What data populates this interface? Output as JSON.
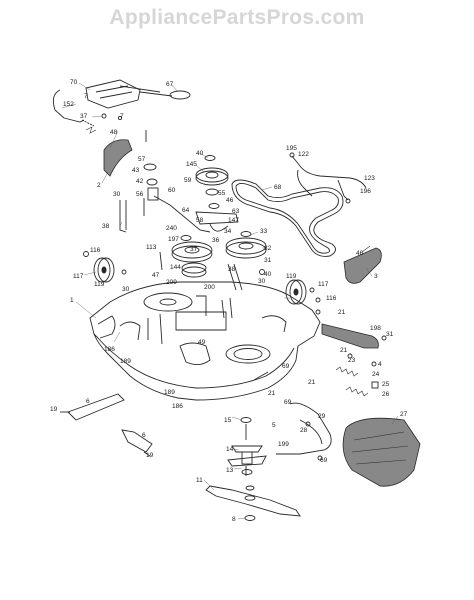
{
  "watermark": "AppliancePartsPros.com",
  "diagram": {
    "callouts": [
      {
        "id": "c70",
        "text": "70"
      },
      {
        "id": "c67",
        "text": "67"
      },
      {
        "id": "c7a",
        "text": "7"
      },
      {
        "id": "c152",
        "text": "152"
      },
      {
        "id": "c37",
        "text": "37"
      },
      {
        "id": "c7b",
        "text": "7"
      },
      {
        "id": "c48",
        "text": "48"
      },
      {
        "id": "c57",
        "text": "57"
      },
      {
        "id": "c43",
        "text": "43"
      },
      {
        "id": "c42",
        "text": "42"
      },
      {
        "id": "c2",
        "text": "2"
      },
      {
        "id": "c30a",
        "text": "30"
      },
      {
        "id": "c56",
        "text": "56"
      },
      {
        "id": "c60",
        "text": "60"
      },
      {
        "id": "c40a",
        "text": "40"
      },
      {
        "id": "c145",
        "text": "145"
      },
      {
        "id": "c59",
        "text": "59"
      },
      {
        "id": "c55",
        "text": "55"
      },
      {
        "id": "c46a",
        "text": "46"
      },
      {
        "id": "c63",
        "text": "63"
      },
      {
        "id": "c147",
        "text": "147"
      },
      {
        "id": "c64",
        "text": "64"
      },
      {
        "id": "c58",
        "text": "58"
      },
      {
        "id": "c34",
        "text": "34"
      },
      {
        "id": "c38a",
        "text": "38"
      },
      {
        "id": "c240",
        "text": "240"
      },
      {
        "id": "c197",
        "text": "197"
      },
      {
        "id": "c36",
        "text": "36"
      },
      {
        "id": "c33",
        "text": "33"
      },
      {
        "id": "c32",
        "text": "32"
      },
      {
        "id": "c195",
        "text": "195"
      },
      {
        "id": "c122",
        "text": "122"
      },
      {
        "id": "c68",
        "text": "68"
      },
      {
        "id": "c123",
        "text": "123"
      },
      {
        "id": "c196",
        "text": "196"
      },
      {
        "id": "c116a",
        "text": "116"
      },
      {
        "id": "c113",
        "text": "113"
      },
      {
        "id": "c37b",
        "text": "37"
      },
      {
        "id": "c144",
        "text": "144"
      },
      {
        "id": "c38b",
        "text": "38"
      },
      {
        "id": "c40b",
        "text": "40"
      },
      {
        "id": "c31a",
        "text": "31"
      },
      {
        "id": "c46b",
        "text": "46"
      },
      {
        "id": "c3",
        "text": "3"
      },
      {
        "id": "c117a",
        "text": "117"
      },
      {
        "id": "c119a",
        "text": "119"
      },
      {
        "id": "c47",
        "text": "47"
      },
      {
        "id": "c209",
        "text": "209"
      },
      {
        "id": "c200",
        "text": "200"
      },
      {
        "id": "c30b",
        "text": "30"
      },
      {
        "id": "c30c",
        "text": "30"
      },
      {
        "id": "c119b",
        "text": "119"
      },
      {
        "id": "c117b",
        "text": "117"
      },
      {
        "id": "c116b",
        "text": "116"
      },
      {
        "id": "c1",
        "text": "1"
      },
      {
        "id": "c21a",
        "text": "21"
      },
      {
        "id": "c198",
        "text": "198"
      },
      {
        "id": "c31b",
        "text": "31"
      },
      {
        "id": "c186a",
        "text": "186"
      },
      {
        "id": "c189a",
        "text": "189"
      },
      {
        "id": "c49",
        "text": "49"
      },
      {
        "id": "c69a",
        "text": "69"
      },
      {
        "id": "c23",
        "text": "23"
      },
      {
        "id": "c4",
        "text": "4"
      },
      {
        "id": "c21b",
        "text": "21"
      },
      {
        "id": "c189b",
        "text": "189"
      },
      {
        "id": "c186b",
        "text": "186"
      },
      {
        "id": "c21c",
        "text": "21"
      },
      {
        "id": "c24",
        "text": "24"
      },
      {
        "id": "c25",
        "text": "25"
      },
      {
        "id": "c26",
        "text": "26"
      },
      {
        "id": "c19a",
        "text": "19"
      },
      {
        "id": "c6a",
        "text": "6"
      },
      {
        "id": "c69b",
        "text": "69"
      },
      {
        "id": "c27",
        "text": "27"
      },
      {
        "id": "c15",
        "text": "15"
      },
      {
        "id": "c29",
        "text": "29"
      },
      {
        "id": "c28",
        "text": "28"
      },
      {
        "id": "c5",
        "text": "5"
      },
      {
        "id": "c6b",
        "text": "6"
      },
      {
        "id": "c19b",
        "text": "19"
      },
      {
        "id": "c14",
        "text": "14"
      },
      {
        "id": "c199",
        "text": "199"
      },
      {
        "id": "c69c",
        "text": "69"
      },
      {
        "id": "c13",
        "text": "13"
      },
      {
        "id": "c11",
        "text": "11"
      },
      {
        "id": "c8",
        "text": "8"
      },
      {
        "id": "c21d",
        "text": "21"
      }
    ]
  }
}
